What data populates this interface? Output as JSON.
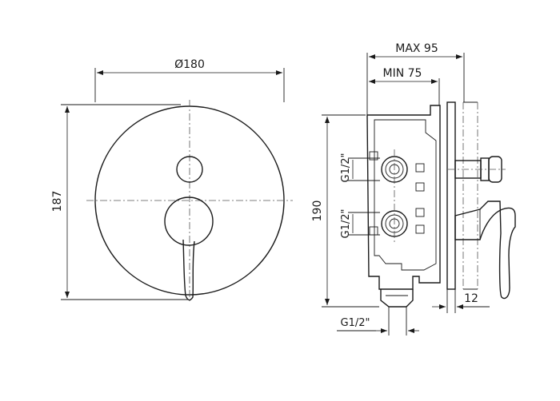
{
  "front_view": {
    "diameter_label": "Ø180",
    "height_label": "187"
  },
  "side_view": {
    "max_depth_label": "MAX 95",
    "min_depth_label": "MIN 75",
    "height_label": "190",
    "upper_thread_label": "G1/2\"",
    "lower_thread_label": "G1/2\"",
    "bottom_thread_label": "G1/2\"",
    "plate_offset_label": "12"
  }
}
